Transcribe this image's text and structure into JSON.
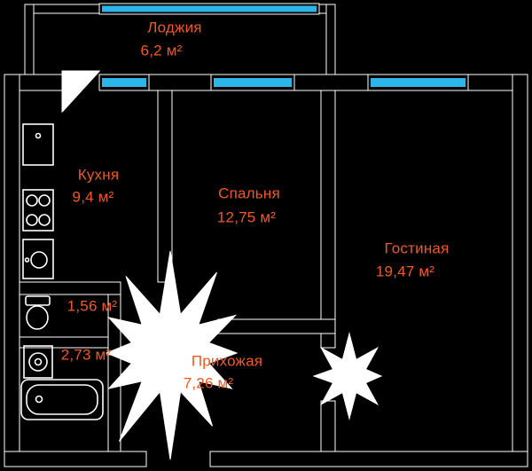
{
  "colors": {
    "background": "#000000",
    "wall_line": "#ffffff",
    "window": "#2bb5e9",
    "door": "#ffffff",
    "label": "#f25822"
  },
  "rooms": {
    "loggia": {
      "name": "Лоджия",
      "area": "6,2 м²"
    },
    "kitchen": {
      "name": "Кухня",
      "area": "9,4 м²"
    },
    "bedroom": {
      "name": "Спальня",
      "area": "12,75 м²"
    },
    "living": {
      "name": "Гостиная",
      "area": "19,47 м²"
    },
    "wc": {
      "area": "1,56 м²"
    },
    "bathroom": {
      "area": "2,73 м²"
    },
    "hallway": {
      "name": "Прихожая",
      "area": "7,26 м²"
    }
  }
}
